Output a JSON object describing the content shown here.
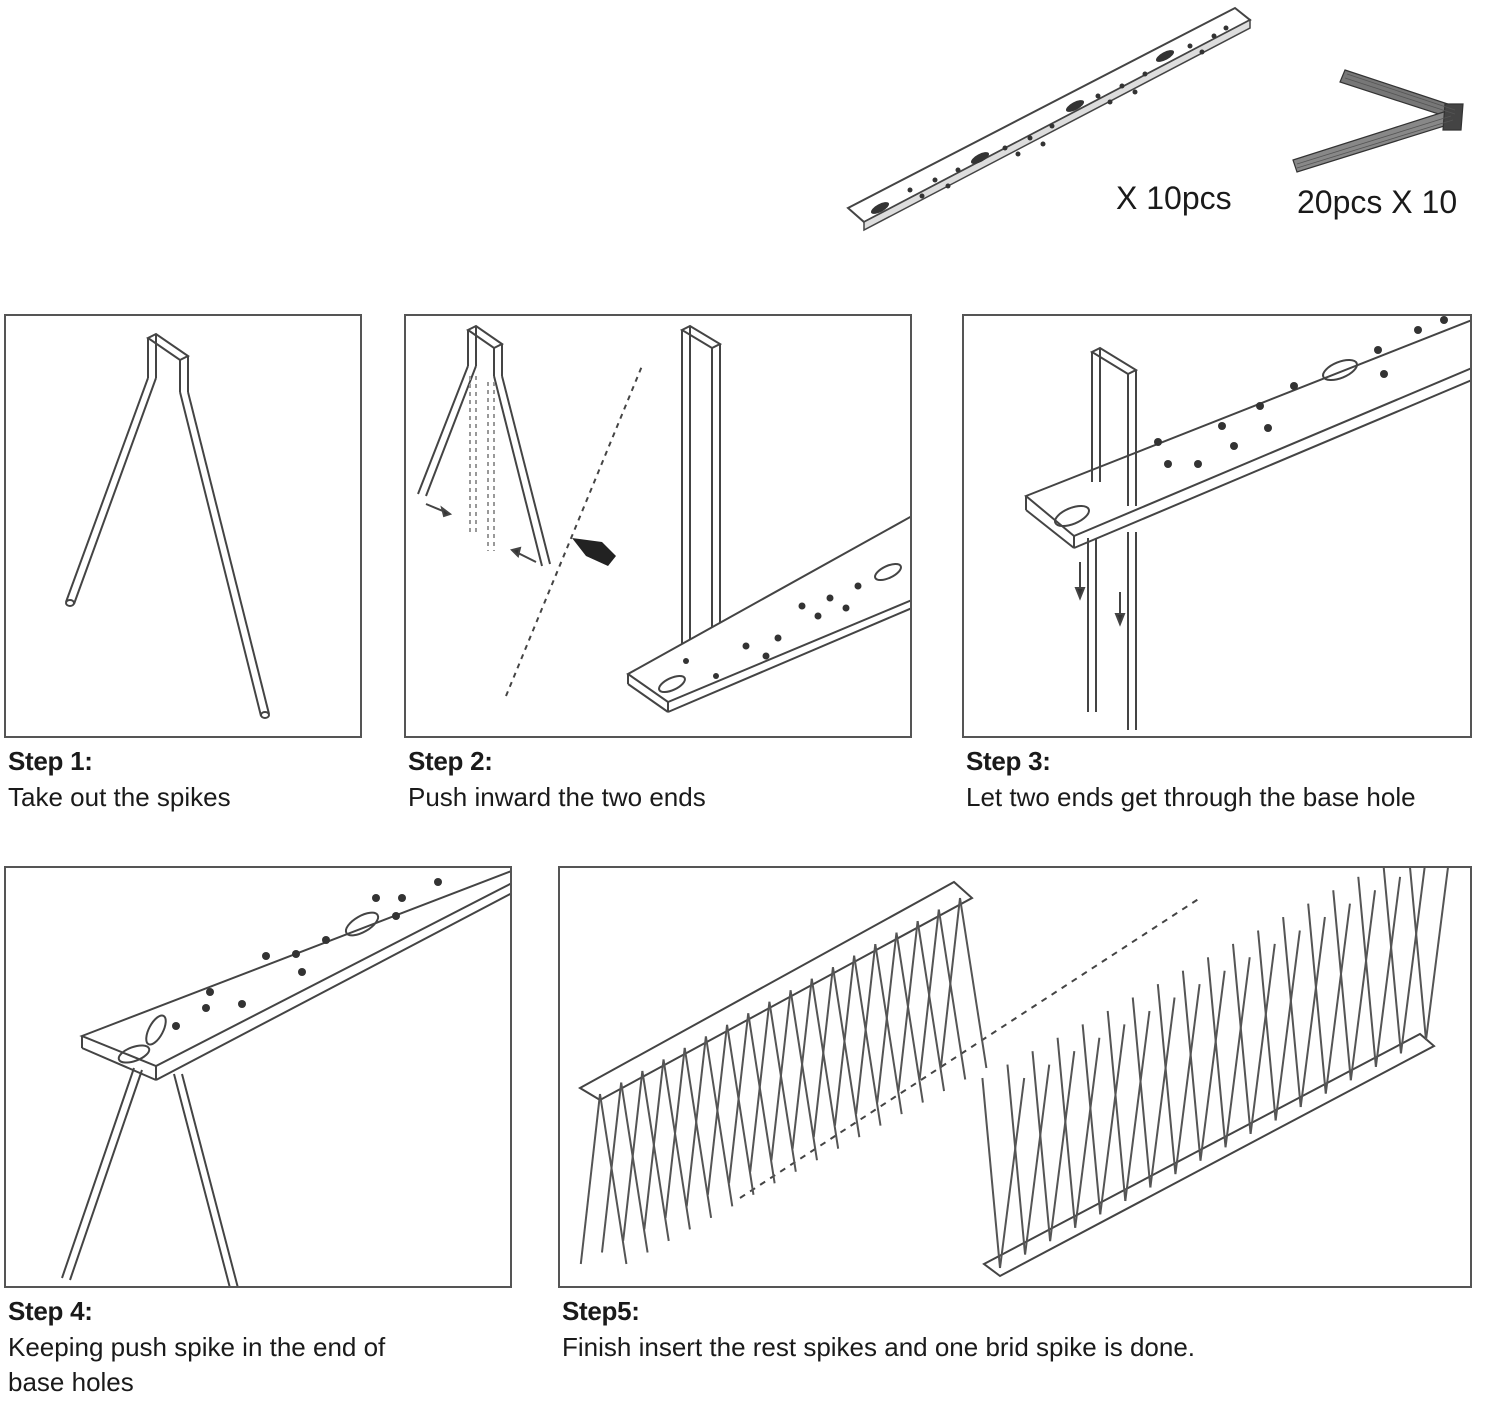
{
  "parts": {
    "base_qty": "X 10pcs",
    "spike_qty": "20pcs X 10"
  },
  "steps": [
    {
      "title": "Step 1:",
      "desc": "Take out the spikes"
    },
    {
      "title": "Step 2:",
      "desc": "Push inward the two ends"
    },
    {
      "title": "Step 3:",
      "desc": "Let two ends get through the base hole"
    },
    {
      "title": "Step 4:",
      "desc_line1": "Keeping push spike in the end of",
      "desc_line2": "base holes"
    },
    {
      "title": "Step5:",
      "desc": "Finish insert the rest spikes and one brid spike is done."
    }
  ],
  "colors": {
    "border": "#555555",
    "ink": "#1a1a1a",
    "accent": "#222222"
  }
}
